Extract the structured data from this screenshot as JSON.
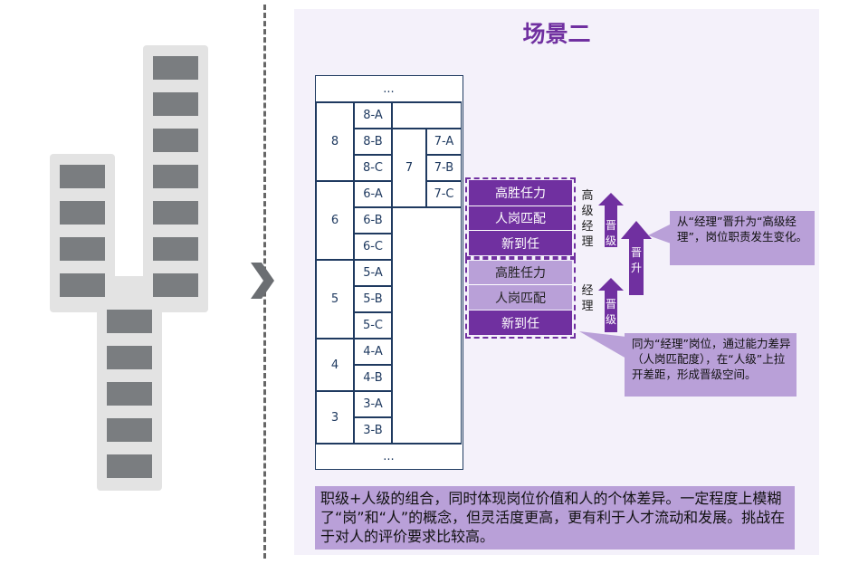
{
  "title": "场景二",
  "grid": {
    "top_ellipsis": "...",
    "bottom_ellipsis": "...",
    "levels": [
      "8",
      "6",
      "5",
      "4",
      "3"
    ],
    "level7": "7",
    "sub_8": [
      "8-A",
      "8-B",
      "8-C"
    ],
    "sub_6": [
      "6-A",
      "6-B",
      "6-C"
    ],
    "sub_5": [
      "5-A",
      "5-B",
      "5-C"
    ],
    "sub_4": [
      "4-A",
      "4-B"
    ],
    "sub_3": [
      "3-A",
      "3-B"
    ],
    "sub_7": [
      "7-A",
      "7-B",
      "7-C"
    ]
  },
  "purple_upper": [
    "高胜任力",
    "人岗匹配",
    "新到任"
  ],
  "purple_lower": [
    "高胜任力",
    "人岗匹配",
    "新到任"
  ],
  "labels": {
    "senior_manager": "高级经理",
    "manager": "经理",
    "promote": "晋级",
    "promote2": "晋级",
    "rise": "晋升"
  },
  "callout_top": "从“经理”晋升为“高级经理”，岗位职责发生变化。",
  "callout_bottom": "同为“经理”岗位，通过能力差异（人岗匹配度），在“人级”上拉开差距，形成晋级空间。",
  "bottom_text": "职级+人级的组合，同时体现岗位价值和人的个体差异。一定程度上模糊了“岗”和“人”的概念，但灵活度更高，更有利于人才流动和发展。挑战在于对人的评价要求比较高。",
  "colors": {
    "accent": "#7030a0",
    "callout": "#b9a0d8",
    "grid_line": "#1f3a60",
    "block": "#7a7d80"
  }
}
